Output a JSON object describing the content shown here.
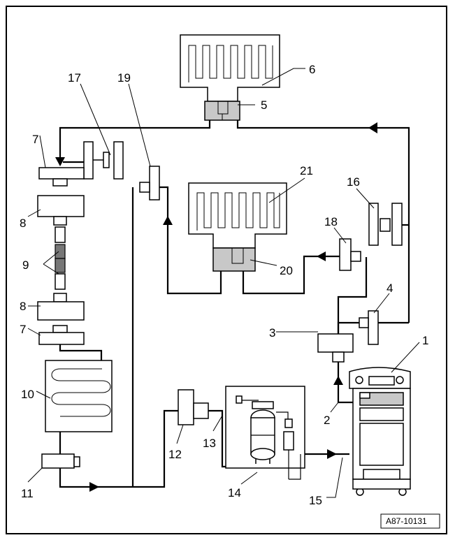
{
  "figure_ref": "A87-10131",
  "callouts": [
    "1",
    "2",
    "3",
    "4",
    "5",
    "6",
    "7",
    "8",
    "9",
    "10",
    "11",
    "12",
    "13",
    "14",
    "15",
    "16",
    "17",
    "18",
    "19",
    "20",
    "21"
  ],
  "repeat_labels": {
    "seven_lower": "7",
    "eight_lower": "8"
  },
  "colors": {
    "line": "#000000",
    "fill_grey": "#c8c8c8",
    "background": "#ffffff"
  }
}
